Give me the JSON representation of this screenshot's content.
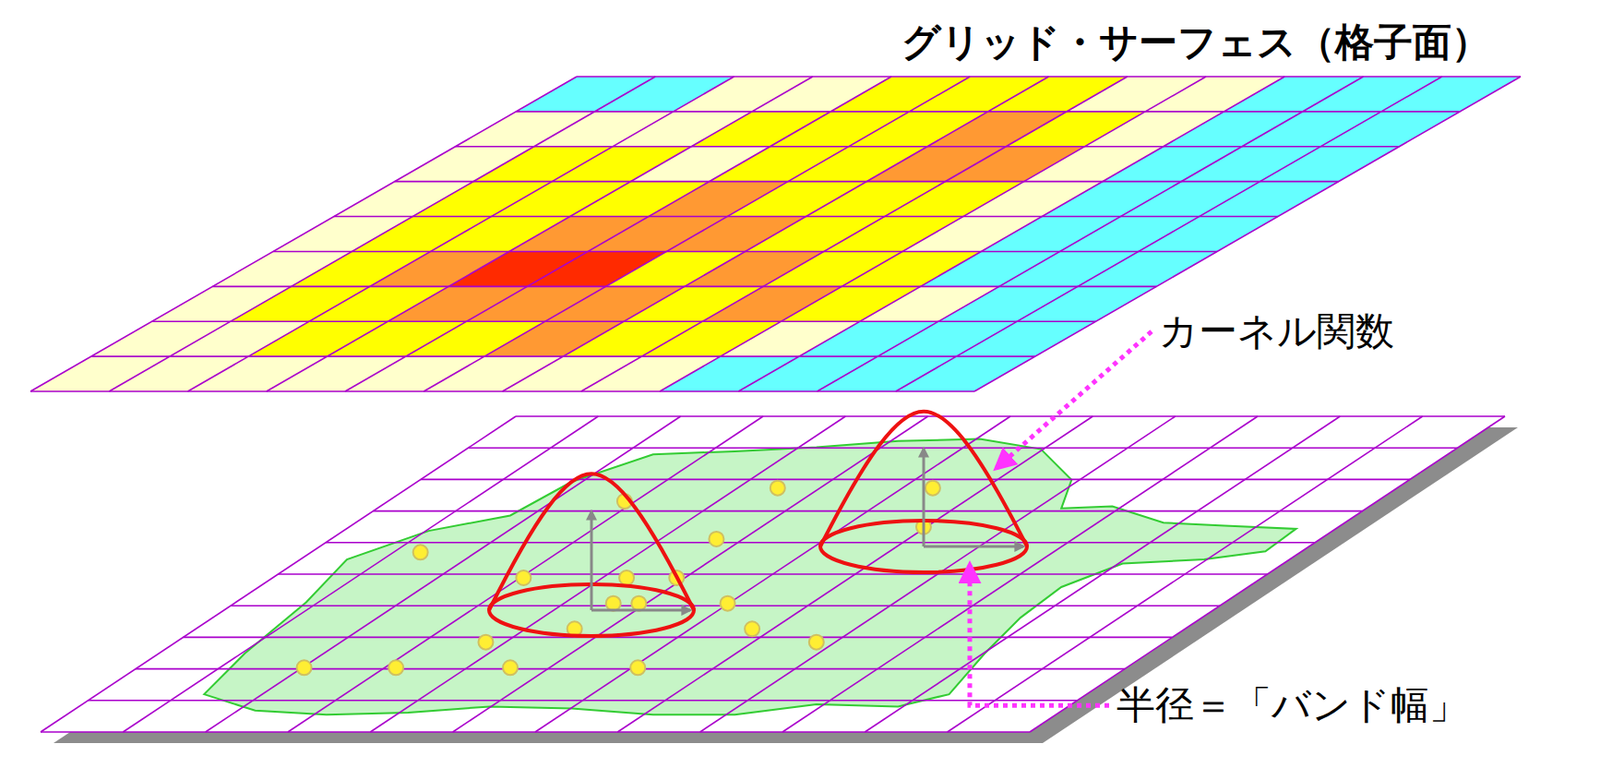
{
  "diagram": {
    "labels": [
      "グリッド・サーフェス（格子面）",
      "カーネル関数",
      "半径＝「バンド幅」"
    ]
  }
}
